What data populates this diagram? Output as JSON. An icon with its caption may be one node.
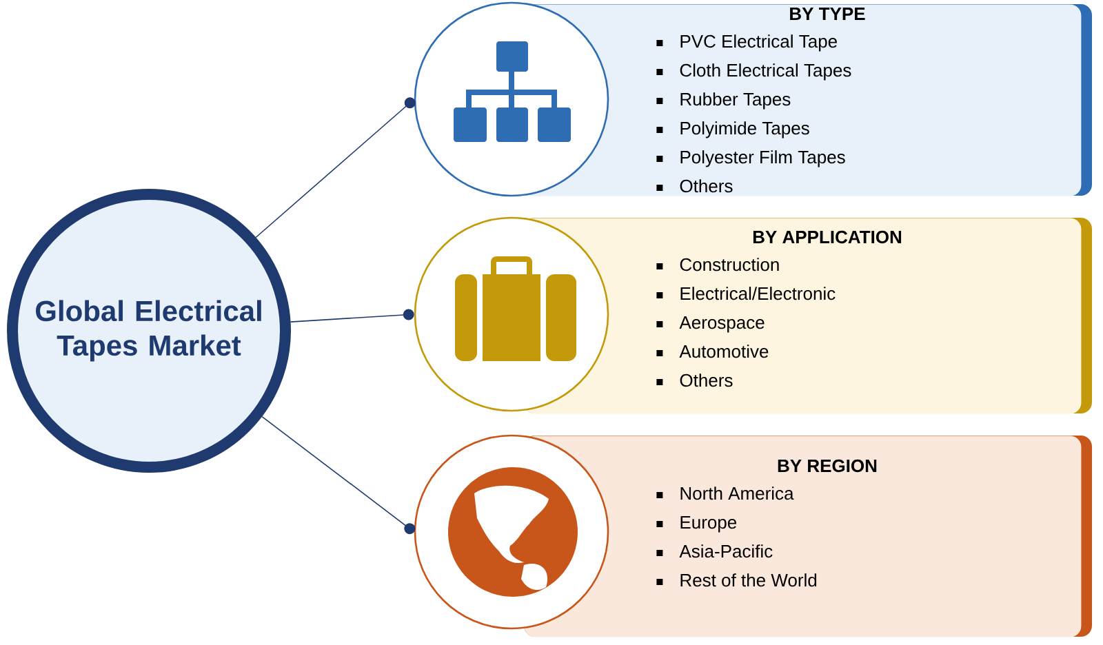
{
  "diagram": {
    "nodes": [
      {
        "text": [
          "Global Electrical Tapes Market"
        ]
      },
      {
        "text": [],
        "shape": "circle"
      },
      {
        "text": [],
        "shape": "circle"
      },
      {
        "text": [],
        "shape": "circle"
      },
      {
        "text": [
          "BY TYPE",
          "PVC Electrical Tape",
          "Cloth Electrical Tapes",
          "Rubber Tapes",
          "Polyimide Tapes",
          "Polyester Film Tapes",
          "Others"
        ]
      },
      {
        "text": [
          "BY APPLICATION",
          "Construction",
          "Electrical/Electronic",
          "Aerospace",
          "Automotive",
          "Others"
        ]
      },
      {
        "text": [
          "BY REGION",
          "North America",
          "Europe",
          "Asia-Pacific",
          "Rest of the World"
        ]
      }
    ],
    "edges": [
      {
        "from": 0,
        "to": 1,
        "arrow": "other"
      },
      {
        "from": 0,
        "to": 2,
        "arrow": "other"
      },
      {
        "from": 0,
        "to": 3,
        "arrow": "other"
      }
    ]
  }
}
